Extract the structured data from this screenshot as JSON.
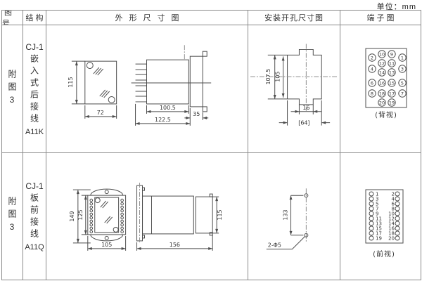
{
  "unit_label": "单位：mm",
  "header": {
    "figure": "图号",
    "structure": "结构",
    "outline": "外形尺寸图",
    "mounting": "安装开孔尺寸图",
    "terminal": "端子图"
  },
  "rows": [
    {
      "figure_no": "附图3",
      "structure": {
        "model": "CJ-1",
        "mounting_type": "嵌入式后接线",
        "code": "A11K"
      },
      "outline": {
        "front_height": "115",
        "front_width": "72",
        "side_body_len": "100.5",
        "side_total_len": "122.5",
        "side_flange_len": "35"
      },
      "mounting": {
        "outer_height": "107.5",
        "inner_height": "105",
        "notch_width": "16",
        "overall_width": "[64]"
      },
      "terminal": {
        "caption": "(背视)",
        "numbers": [
          "10",
          "9",
          "2",
          "1",
          "12",
          "11",
          "4",
          "3",
          "14",
          "13",
          "6",
          "16",
          "15",
          "5",
          "8",
          "18",
          "17",
          "7",
          "20",
          "19"
        ]
      }
    },
    {
      "figure_no": "附图3",
      "structure": {
        "model": "CJ-1",
        "mounting_type": "板前接线",
        "code": "A11Q"
      },
      "outline": {
        "outer_height": "149",
        "inner_height": "125",
        "front_width": "105",
        "side_length": "156",
        "side_height": "115"
      },
      "mounting": {
        "hole_spacing": "133",
        "holes_label": "2-Φ5"
      },
      "terminal": {
        "caption": "(前视)",
        "left_numbers": [
          "1",
          "3",
          "5",
          "7",
          "9",
          "11",
          "13",
          "15",
          "17",
          "19"
        ],
        "right_numbers": [
          "2",
          "4",
          "6",
          "8",
          "10",
          "12",
          "14",
          "16",
          "18",
          "20"
        ]
      }
    }
  ]
}
